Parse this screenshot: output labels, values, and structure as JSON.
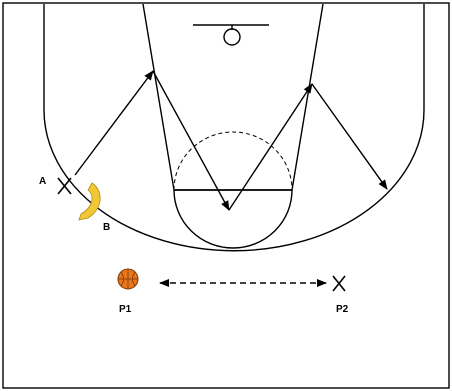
{
  "colors": {
    "ball": "#e8761a",
    "cone": "#f0c833",
    "lines": "#000000",
    "background": "#ffffff"
  },
  "labels": {
    "player_a": "A",
    "cone_b": "B",
    "player_p1": "P1",
    "player_p2": "P2"
  },
  "icons": {
    "ball": "basketball-icon",
    "cone": "cone-icon"
  }
}
